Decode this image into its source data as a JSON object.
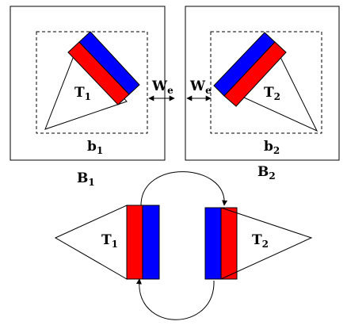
{
  "top_left": {
    "outer_label": "B",
    "outer_sub": "1",
    "inner_label": "b",
    "inner_sub": "1",
    "triangle_label": "T",
    "triangle_sub": "1"
  },
  "top_right": {
    "outer_label": "B",
    "outer_sub": "2",
    "inner_label": "b",
    "inner_sub": "2",
    "triangle_label": "T",
    "triangle_sub": "2"
  },
  "gap": {
    "left_label": "W",
    "left_sub": "e",
    "right_label": "W",
    "right_sub": "e"
  },
  "bottom": {
    "left_triangle_label": "T",
    "left_triangle_sub": "1",
    "right_triangle_label": "T",
    "right_triangle_sub": "2"
  },
  "colors": {
    "red": "#ff0000",
    "blue": "#0000ff",
    "stroke": "#000000"
  }
}
